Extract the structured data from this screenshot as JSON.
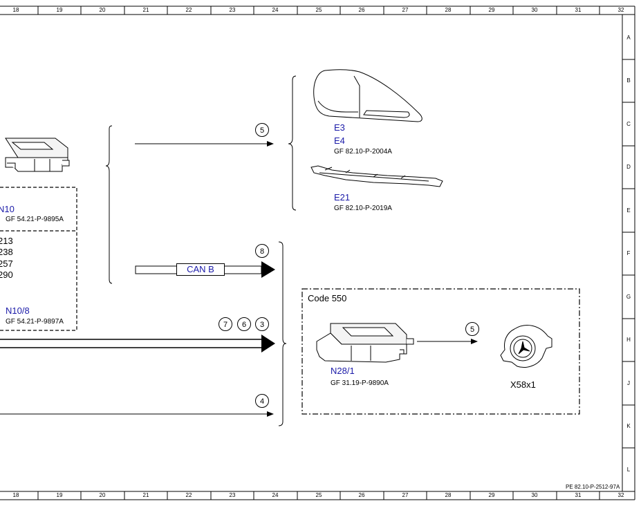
{
  "grid": {
    "columns": [
      "18",
      "19",
      "20",
      "21",
      "22",
      "23",
      "24",
      "25",
      "26",
      "27",
      "28",
      "29",
      "30",
      "31",
      "32"
    ],
    "rows": [
      "A",
      "B",
      "C",
      "D",
      "E",
      "F",
      "G",
      "H",
      "J",
      "K",
      "L"
    ]
  },
  "left_panel": {
    "module_top": "N10",
    "module_top_ref": "GF 54.21-P-9895A",
    "codes": [
      "213",
      "238",
      "257",
      "290"
    ],
    "module_bottom": "N10/8",
    "module_bottom_ref": "GF 54.21-P-9897A"
  },
  "bus_label": "CAN B",
  "arrow_badges": {
    "top": "5",
    "can": "8",
    "main": [
      "7",
      "6",
      "3"
    ],
    "bottom": "4",
    "code_box": "5"
  },
  "taillamps": {
    "ids": [
      "E3",
      "E4"
    ],
    "ref": "GF 82.10-P-2004A"
  },
  "brake_lamp": {
    "id": "E21",
    "ref": "GF 82.10-P-2019A"
  },
  "code_box": {
    "title": "Code 550",
    "module": "N28/1",
    "module_ref": "GF 31.19-P-9890A",
    "socket": "X58x1"
  },
  "doc_ref": "PE 82.10-P-2512-97A",
  "colors": {
    "part_id": "#1a1aa8",
    "line": "#000000"
  }
}
